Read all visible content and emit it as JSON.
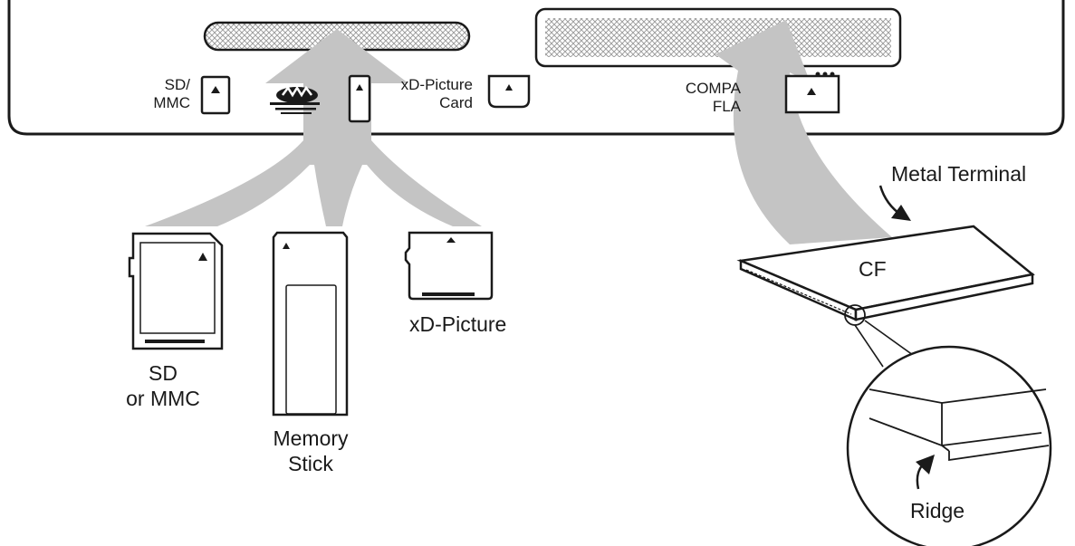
{
  "panel": {
    "sd_mmc_slot_label_1": "SD/",
    "sd_mmc_slot_label_2": "MMC",
    "xd_slot_label_1": "xD-Picture",
    "xd_slot_label_2": "Card",
    "cf_slot_label_1": "COMPA",
    "cf_slot_label_2": "FLA"
  },
  "cards": {
    "sd_label_1": "SD",
    "sd_label_2": "or MMC",
    "ms_label_1": "Memory",
    "ms_label_2": "Stick",
    "xd_label": "xD-Picture",
    "cf_label": "CF"
  },
  "callouts": {
    "metal_terminal": "Metal Terminal",
    "ridge": "Ridge"
  },
  "colors": {
    "arrow_fill": "#c4c4c4",
    "line": "#1a1a1a",
    "slot_texture": "#9a9a9a"
  }
}
